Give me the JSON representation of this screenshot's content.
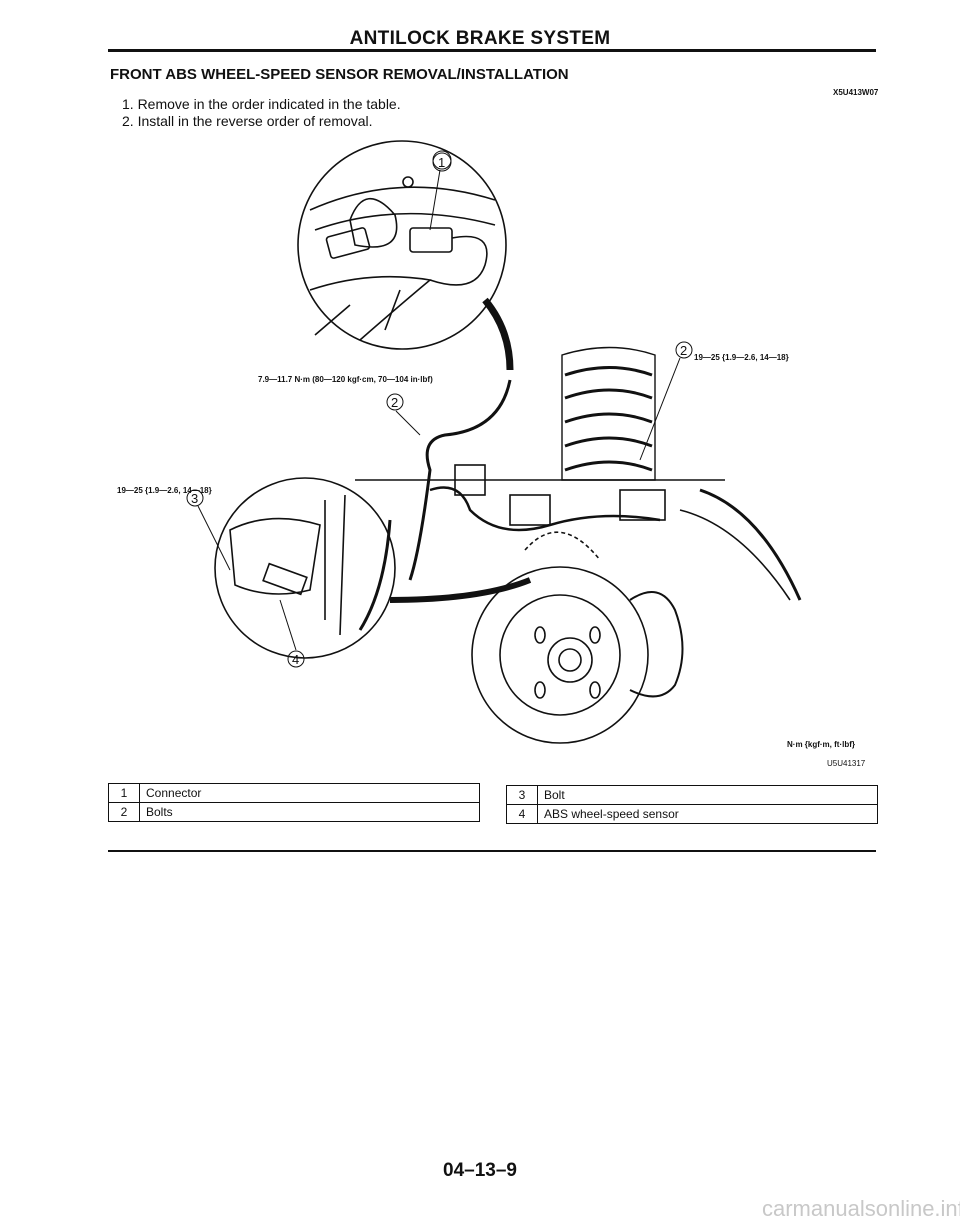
{
  "header": {
    "title": "ANTILOCK BRAKE SYSTEM"
  },
  "section": {
    "title": "FRONT ABS WHEEL-SPEED SENSOR REMOVAL/INSTALLATION",
    "code": "X5U413W07"
  },
  "instructions": [
    "1. Remove in the order indicated in the table.",
    "2. Install in the reverse order of removal."
  ],
  "figure": {
    "torque_1": "7.9—11.7 N·m (80—120 kgf·cm, 70—104 in·lbf)",
    "torque_2": "19—25 {1.9—2.6, 14—18}",
    "torque_3": "19—25 {1.9—2.6, 14—18}",
    "units": "N·m {kgf·m, ft·lbf}",
    "code": "U5U41317",
    "callouts": [
      "1",
      "2",
      "2",
      "3",
      "4"
    ]
  },
  "table_left": {
    "rows": [
      {
        "num": "1",
        "name": "Connector"
      },
      {
        "num": "2",
        "name": "Bolts"
      }
    ]
  },
  "table_right": {
    "rows": [
      {
        "num": "3",
        "name": "Bolt"
      },
      {
        "num": "4",
        "name": "ABS wheel-speed sensor"
      }
    ]
  },
  "footer": {
    "page": "04–13–9",
    "watermark": "carmanualsonline.info"
  }
}
